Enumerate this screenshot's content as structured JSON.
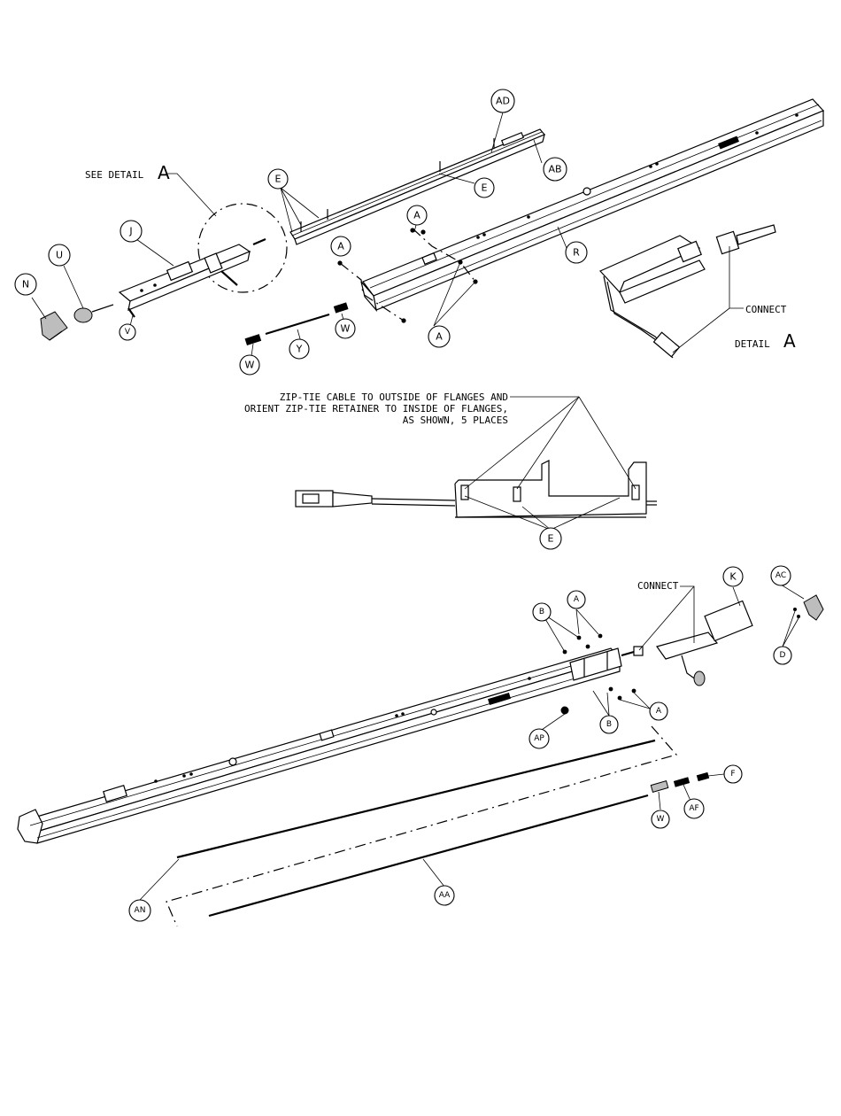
{
  "detail_callout": {
    "see_detail": "SEE DETAIL",
    "letter": "A"
  },
  "detail_label": {
    "detail": "DETAIL",
    "letter": "A"
  },
  "connect_labels": [
    "CONNECT",
    "CONNECT"
  ],
  "zip_tie_note": [
    "ZIP-TIE CABLE TO OUTSIDE OF FLANGES AND",
    "ORIENT ZIP-TIE RETAINER TO INSIDE OF FLANGES,",
    "AS SHOWN, 5 PLACES"
  ],
  "callouts": {
    "top_ad": "AD",
    "top_ab": "AB",
    "top_e1": "E",
    "top_e2": "E",
    "top_j": "J",
    "top_u": "U",
    "top_n": "N",
    "top_v": "V",
    "top_a1": "A",
    "top_a2": "A",
    "top_a3": "A",
    "top_r": "R",
    "top_w1": "W",
    "top_w2": "W",
    "top_y": "Y",
    "mid_e": "E",
    "bot_k": "K",
    "bot_ac": "AC",
    "bot_d": "D",
    "bot_b1": "B",
    "bot_a1": "A",
    "bot_b2": "B",
    "bot_a2": "A",
    "bot_ap": "AP",
    "bot_f": "F",
    "bot_af": "AF",
    "bot_w": "W",
    "bot_an": "AN",
    "bot_aa": "AA"
  }
}
